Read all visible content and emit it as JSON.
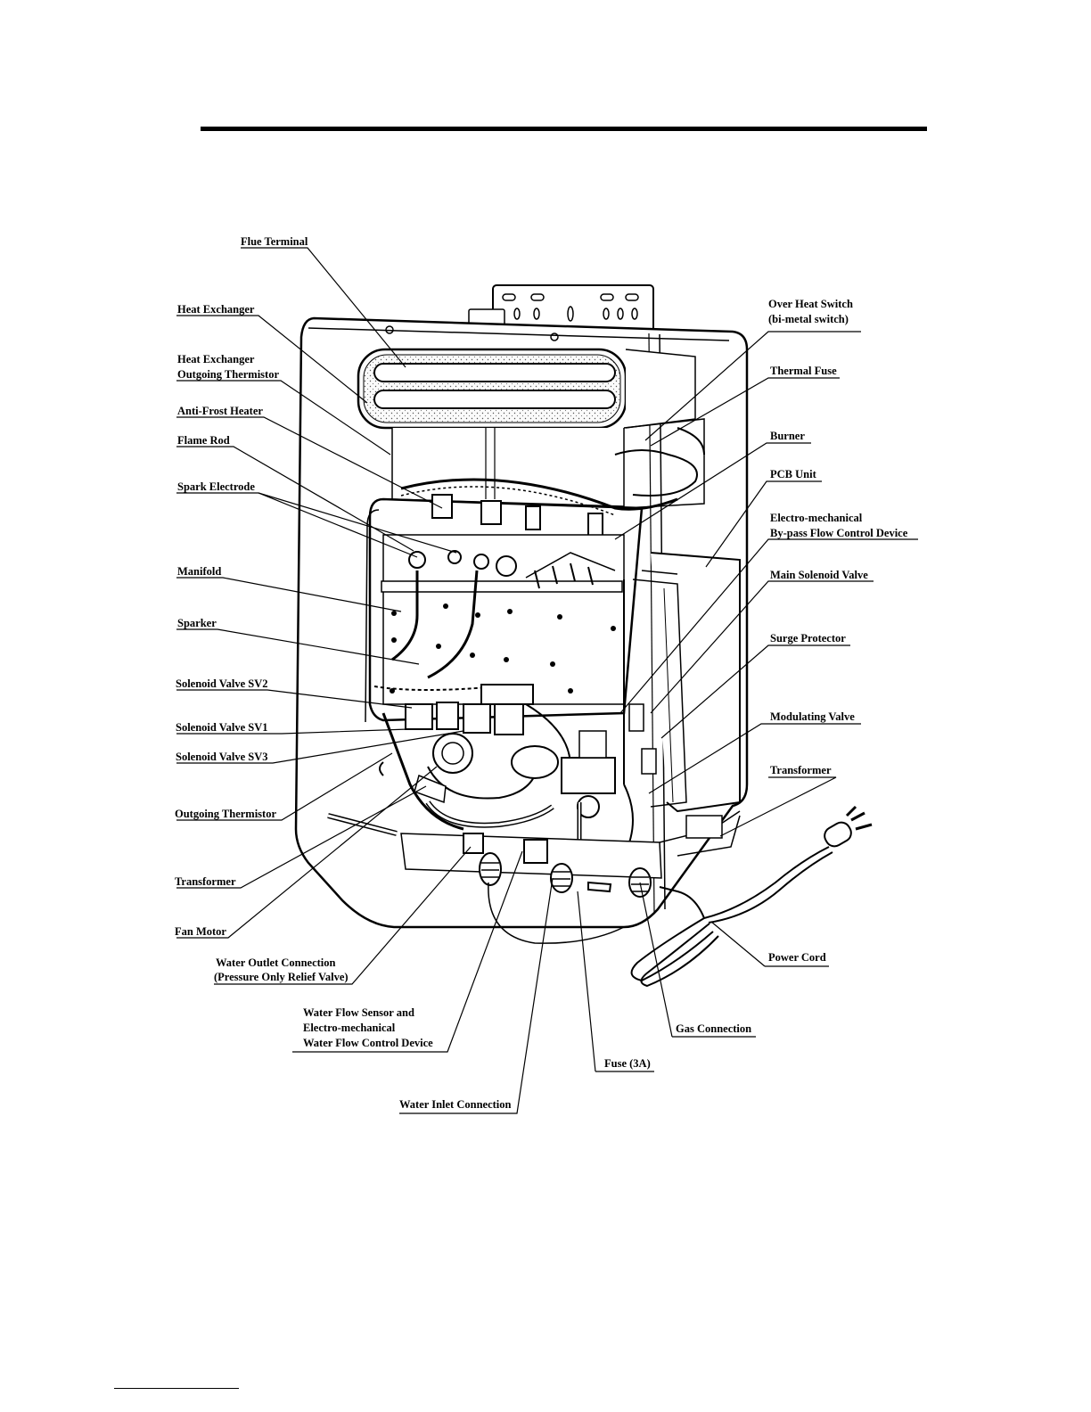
{
  "labels": {
    "flue_terminal": "Flue Terminal",
    "heat_exchanger": "Heat Exchanger",
    "hx_thermistor_1": "Heat Exchanger",
    "hx_thermistor_2": "Outgoing Thermistor",
    "anti_frost_heater": "Anti-Frost Heater",
    "flame_rod": "Flame Rod",
    "spark_electrode": "Spark Electrode",
    "manifold": "Manifold",
    "sparker": "Sparker",
    "solenoid_sv2": "Solenoid Valve SV2",
    "solenoid_sv1": "Solenoid Valve SV1",
    "solenoid_sv3": "Solenoid Valve SV3",
    "outgoing_thermistor": "Outgoing Thermistor",
    "transformer_left": "Transformer",
    "fan_motor": "Fan Motor",
    "water_outlet_1": "Water Outlet Connection",
    "water_outlet_2": "(Pressure Only Relief Valve)",
    "water_flow_1": "Water Flow Sensor and",
    "water_flow_2": "Electro-mechanical",
    "water_flow_3": "Water Flow Control Device",
    "water_inlet": "Water Inlet Connection",
    "fuse": "Fuse (3A)",
    "gas_connection": "Gas Connection",
    "power_cord": "Power Cord",
    "transformer_right": "Transformer",
    "modulating_valve": "Modulating Valve",
    "surge_protector": "Surge Protector",
    "main_solenoid": "Main Solenoid Valve",
    "bypass_1": "Electro-mechanical",
    "bypass_2": "By-pass Flow Control Device",
    "pcb_unit": "PCB Unit",
    "burner": "Burner",
    "thermal_fuse": "Thermal Fuse",
    "over_heat_1": "Over Heat Switch",
    "over_heat_2": "(bi-metal switch)"
  }
}
